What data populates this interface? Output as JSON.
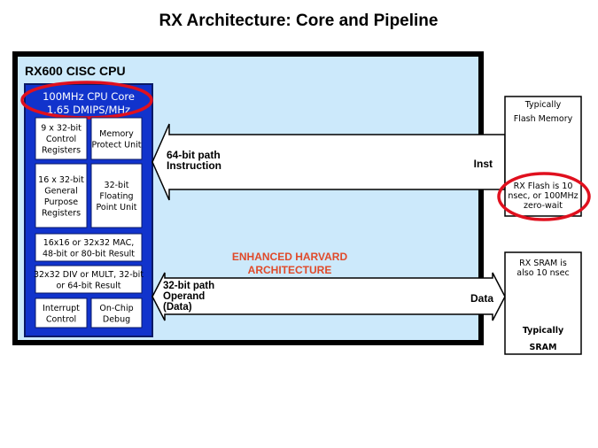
{
  "title": "RX Architecture: Core and Pipeline",
  "cpu": {
    "label": "RX600 CISC CPU",
    "core_line1": "100MHz CPU Core",
    "core_line2": "1.65 DMIPS/MHz",
    "blocks": [
      {
        "lines": [
          "9 x 32-bit",
          "Control",
          "Registers"
        ]
      },
      {
        "lines": [
          "Memory",
          "Protect Unit"
        ]
      },
      {
        "lines": [
          "16 x 32-bit",
          "General",
          "Purpose",
          "Registers"
        ]
      },
      {
        "lines": [
          "32-bit",
          "Floating",
          "Point    Unit"
        ]
      },
      {
        "lines": [
          "16x16 or 32x32 MAC,",
          "48-bit or 80-bit Result"
        ]
      },
      {
        "lines": [
          "32x32 DIV or MULT, 32-bit",
          "or 64-bit Result"
        ]
      },
      {
        "lines": [
          "Interrupt",
          "Control"
        ]
      },
      {
        "lines": [
          "On-Chip",
          "Debug"
        ]
      }
    ]
  },
  "instruction_path": {
    "line1": "64-bit path",
    "line2": "Instruction",
    "end_label": "Inst"
  },
  "data_path": {
    "line1": "32-bit path",
    "line2": "Operand",
    "line3": "(Data)",
    "end_label": "Data"
  },
  "architecture_label": {
    "line1": "ENHANCED  HARVARD",
    "line2": "ARCHITECTURE"
  },
  "flash": {
    "line1": "Typically",
    "line2": "Flash Memory",
    "note": [
      "RX Flash is 10",
      "nsec, or 100MHz",
      "zero-wait"
    ]
  },
  "sram": {
    "note": [
      "RX SRAM  is",
      "also 10 nsec"
    ],
    "line1": "Typically",
    "line2": "SRAM"
  },
  "colors": {
    "frame": "#000000",
    "cpu_bg": "#cce9fb",
    "core_blue": "#1133cc",
    "highlight_red": "#e0101e",
    "harvard_text": "#e04a2a"
  }
}
